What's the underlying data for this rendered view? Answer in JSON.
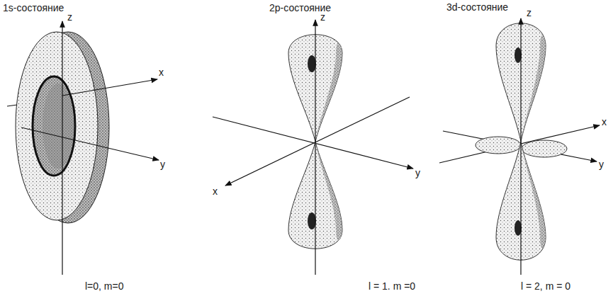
{
  "diagram": {
    "labels": [
      "1s-состояние",
      "z",
      "x",
      "y",
      "l=0, m=0",
      "2p-состояние",
      "z",
      "x",
      "y",
      "l = 1. m =0",
      "3d-состояние",
      "z",
      "x",
      "y",
      "l = 2, m = 0"
    ]
  }
}
